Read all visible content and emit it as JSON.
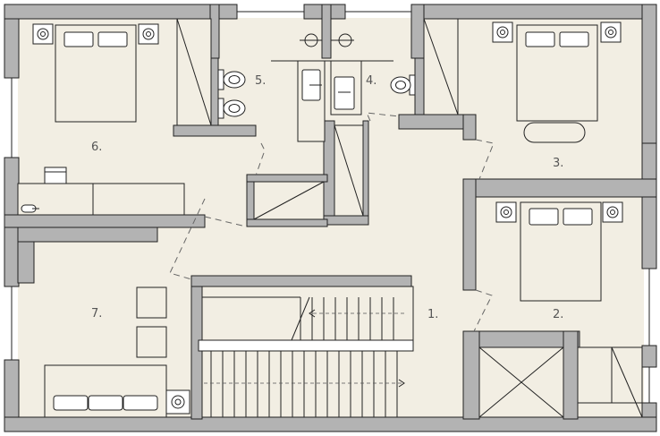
{
  "colors": {
    "floor": "#f2eee3",
    "wall": "#b3b3b3",
    "outline": "#222222",
    "label": "#555555"
  },
  "rooms": [
    {
      "label": "1."
    },
    {
      "label": "2."
    },
    {
      "label": "3."
    },
    {
      "label": "4."
    },
    {
      "label": "5."
    },
    {
      "label": "6."
    },
    {
      "label": "7."
    }
  ]
}
